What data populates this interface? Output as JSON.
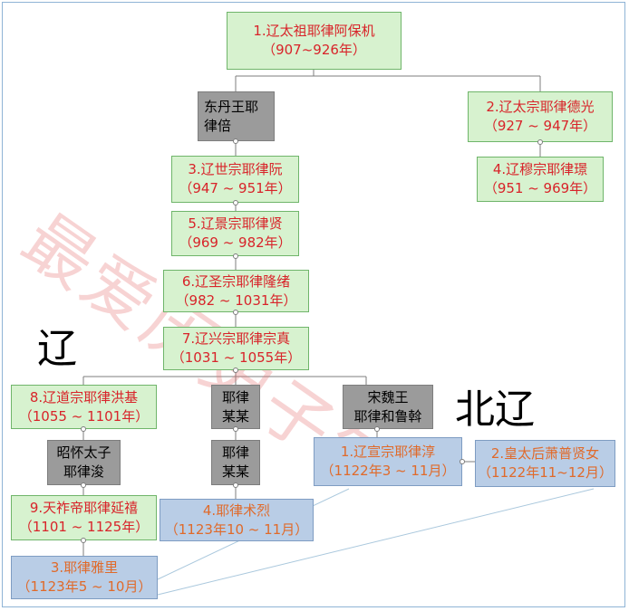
{
  "nodes": {
    "n1": {
      "name": "1.辽太祖耶律阿保机",
      "years": "（907~926年）"
    },
    "dongdan": {
      "name": "东丹王耶",
      "years": "律倍"
    },
    "n2": {
      "name": "2.辽太宗耶律德光",
      "years": "（927 ~ 947年）"
    },
    "n3": {
      "name": "3.辽世宗耶律阮",
      "years": "（947 ~ 951年）"
    },
    "n4": {
      "name": "4.辽穆宗耶律璟",
      "years": "（951 ~ 969年）"
    },
    "n5": {
      "name": "5.辽景宗耶律贤",
      "years": "（969 ~ 982年）"
    },
    "n6": {
      "name": "6.辽圣宗耶律隆绪",
      "years": "（982 ~ 1031年）"
    },
    "n7": {
      "name": "7.辽兴宗耶律宗真",
      "years": "（1031 ~ 1055年）"
    },
    "n8": {
      "name": "8.辽道宗耶律洪基",
      "years": "（1055 ~ 1101年）"
    },
    "yelu1": {
      "name": "耶律",
      "years": "某某"
    },
    "songwei": {
      "name": "宋魏王",
      "years": "耶律和鲁斡"
    },
    "zhaohuai": {
      "name": "昭怀太子",
      "years": "耶律浚"
    },
    "yelu2": {
      "name": "耶律",
      "years": "某某"
    },
    "bl1": {
      "name": "1.辽宣宗耶律淳",
      "years": "（1122年3 ~ 11月）"
    },
    "bl2": {
      "name": "2.皇太后萧普贤女",
      "years": "（1122年11~12月）"
    },
    "n9": {
      "name": "9.天祚帝耶律延禧",
      "years": "（1101 ~ 1125年）"
    },
    "xl4": {
      "name": "4.耶律术烈",
      "years": "（1123年10 ~ 11月）"
    },
    "xl3": {
      "name": "3.耶律雅里",
      "years": "（1123年5 ~ 10月）"
    }
  },
  "labels": {
    "liao": "辽",
    "beiliao": "北辽"
  },
  "watermark": "最爱历史子午",
  "colors": {
    "emperor_fill": "#d7f2cf",
    "emperor_text": "#d8242a",
    "relative_fill": "#9b9b9b",
    "later_fill": "#b9cde6",
    "later_text": "#e06a2a"
  }
}
